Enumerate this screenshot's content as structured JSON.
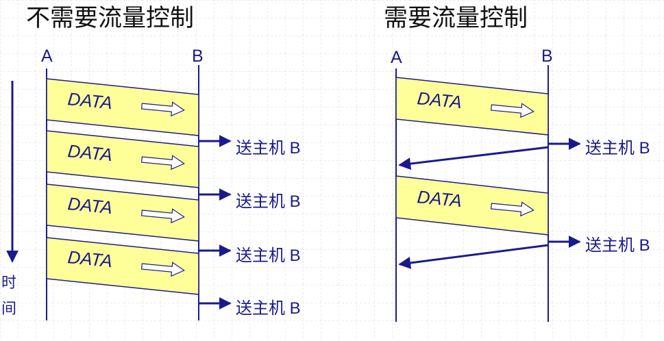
{
  "left_panel": {
    "title": "不需要流量控制",
    "host_a": "A",
    "host_b": "B",
    "frames": [
      {
        "label": "DATA"
      },
      {
        "label": "DATA"
      },
      {
        "label": "DATA"
      },
      {
        "label": "DATA"
      }
    ],
    "deliveries": [
      {
        "label": "送主机 B"
      },
      {
        "label": "送主机 B"
      },
      {
        "label": "送主机 B"
      },
      {
        "label": "送主机 B"
      }
    ],
    "time_axis": {
      "label_line1": "时",
      "label_line2": "间"
    }
  },
  "right_panel": {
    "title": "需要流量控制",
    "host_a": "A",
    "host_b": "B",
    "frames": [
      {
        "label": "DATA"
      },
      {
        "label": "DATA"
      }
    ],
    "deliveries": [
      {
        "label": "送主机 B"
      },
      {
        "label": "送主机 B"
      }
    ]
  },
  "colors": {
    "background": "#ffffff",
    "grid": "#d4d4ea",
    "frame_fill": "#ffff99",
    "ink": "#1a1a8c",
    "title": "#111111"
  }
}
